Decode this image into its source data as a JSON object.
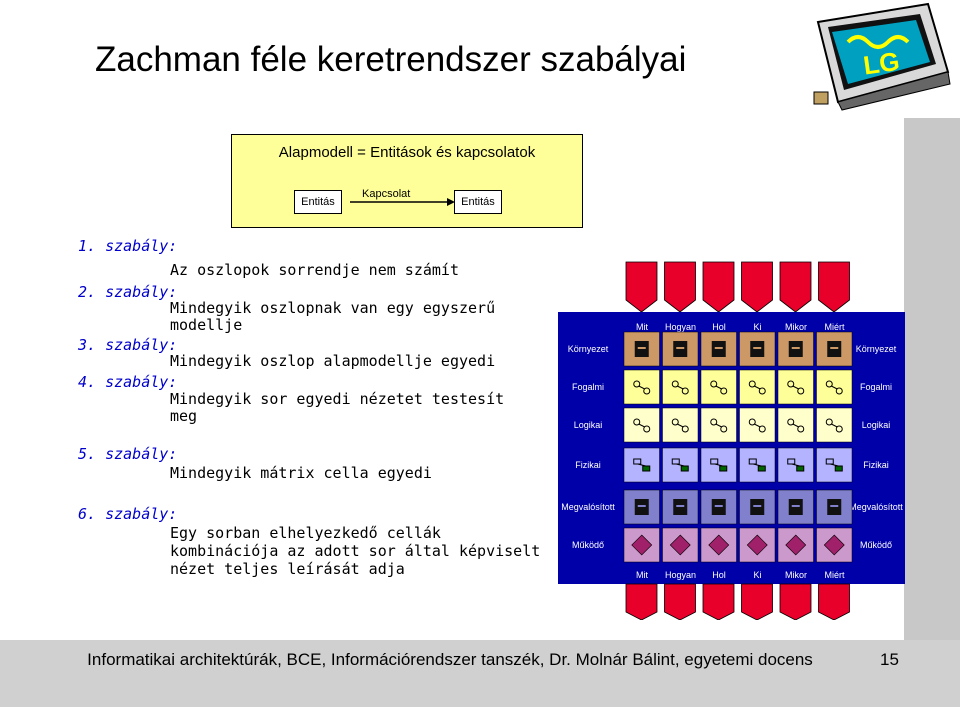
{
  "slide": {
    "title": "Zachman féle keretrendszer szabályai",
    "footer": "Informatikai architektúrák, BCE, Információrendszer tanszék, Dr. Molnár Bálint, egyetemi docens",
    "page_number": "15"
  },
  "concept": {
    "title": "Alapmodell = Entitások és kapcsolatok",
    "entity_left": "Entitás",
    "relation": "Kapcsolat",
    "entity_right": "Entitás"
  },
  "rules": [
    {
      "label": "1. szabály:",
      "text": "Az oszlopok sorrendje nem számít"
    },
    {
      "label": "2. szabály:",
      "text_line1": "Mindegyik oszlopnak van egy egyszerű",
      "text_line2": "modellje"
    },
    {
      "label": "3. szabály:",
      "text": "Mindegyik oszlop alapmodellje egyedi"
    },
    {
      "label": "4. szabály:",
      "text_line1": "Mindegyik sor egyedi nézetet testesít",
      "text_line2": "meg"
    },
    {
      "label": "5. szabály:",
      "text": "Mindegyik mátrix cella egyedi"
    },
    {
      "label": "6. szabály:",
      "text_line1": "Egy sorban elhelyezkedő cellák",
      "text_line2": "kombinációja az adott sor által képviselt",
      "text_line3": "nézet teljes leírását adja"
    }
  ],
  "matrix": {
    "columns": [
      "Mit",
      "Hogyan",
      "Hol",
      "Ki",
      "Mikor",
      "Miért"
    ],
    "rows": [
      "Környezet",
      "Fogalmi",
      "Logikai",
      "Fizikai",
      "Megvalósított",
      "Működő"
    ],
    "row_colors": [
      "#cc9966",
      "#ffff99",
      "#ffffcc",
      "#b3b3ff",
      "#8080cc",
      "#cc99cc"
    ]
  }
}
